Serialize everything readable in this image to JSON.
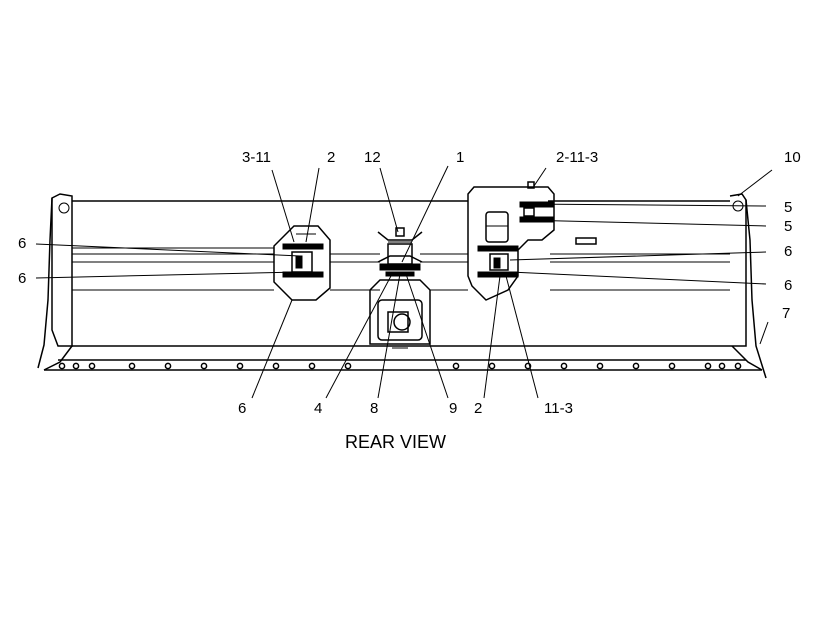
{
  "caption": "REAR VIEW",
  "callouts": {
    "c3_11": "3-11",
    "c2_top": "2",
    "c12": "12",
    "c1": "1",
    "c2_11_3": "2-11-3",
    "c10": "10",
    "c5_a": "5",
    "c5_b": "5",
    "c6_right_a": "6",
    "c6_right_b": "6",
    "c7": "7",
    "c6_left_a": "6",
    "c6_left_b": "6",
    "c6_bottom": "6",
    "c4": "4",
    "c8": "8",
    "c9": "9",
    "c2_bottom": "2",
    "c11_3": "11-3"
  }
}
